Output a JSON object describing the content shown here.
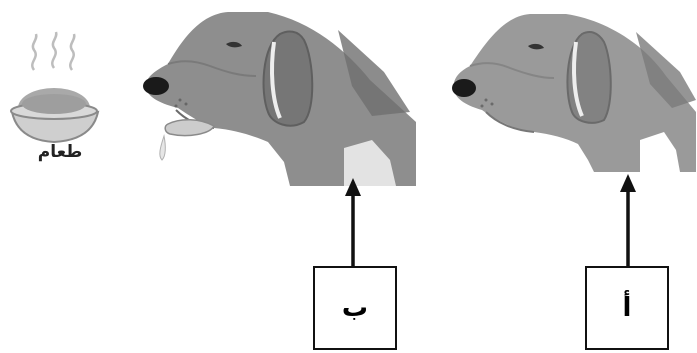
{
  "food": {
    "caption": "طعام"
  },
  "labels": {
    "left_dog": "ب",
    "right_dog": "أ"
  },
  "colors": {
    "dog_body": "#8e8e8e",
    "dog_dark": "#6f6f6f",
    "ear": "#7b7b7b",
    "nose": "#1a1a1a",
    "chest": "#e3e3e3",
    "arrow": "#111111",
    "bowl": "#cfcfcf",
    "bowl_food": "#a9a9a9"
  },
  "icons": {
    "food": "food-bowl-icon",
    "dog_salivating": "dog-head-salivating",
    "dog_neutral": "dog-head-neutral"
  }
}
